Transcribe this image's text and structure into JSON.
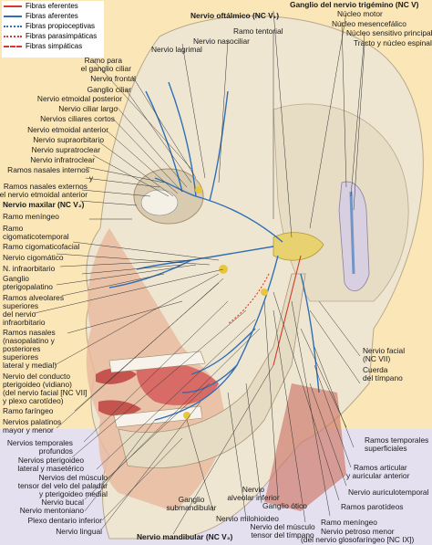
{
  "legend": {
    "items": [
      {
        "label": "Fibras eferentes",
        "color": "#d23b2b",
        "style": "solid"
      },
      {
        "label": "Fibras aferentes",
        "color": "#2f6fb5",
        "style": "solid"
      },
      {
        "label": "Fibras propioceptivas",
        "color": "#2f6fb5",
        "style": "dotted"
      },
      {
        "label": "Fibras parasimpáticas",
        "color": "#d23b2b",
        "style": "dotted"
      },
      {
        "label": "Fibras simpáticas",
        "color": "#d23b2b",
        "style": "dashed"
      }
    ]
  },
  "labels": {
    "oftalmico": "Nervio oftálmico (NC V₁)",
    "ganglio_trigemino": "Ganglio del nervio trigémino (NC V)",
    "nucleo_motor": "Núcleo motor",
    "nucleo_mesencefalico": "Núcleo mesencefálico",
    "nucleo_sensitivo": "Núcleo sensitivo principal",
    "tracto_espinal": "Tracto y núcleo espinales",
    "ramo_tentorial": "Ramo tentorial",
    "nervio_nasociliar": "Nervio nasociliar",
    "nervio_lagrimal": "Nervio lagrimal",
    "ramo_ganglio_ciliar_1": "Ramo para",
    "ramo_ganglio_ciliar_2": "el ganglio ciliar",
    "nervio_frontal": "Nervio frontal",
    "ganglio_ciliar": "Ganglio ciliar",
    "etmoidal_posterior": "Nervio etmoidal posterior",
    "ciliar_largo": "Nervio ciliar largo",
    "ciliares_cortos": "Nervios ciliares cortos",
    "etmoidal_anterior": "Nervio etmoidal anterior",
    "supraorbitario": "Nervio supraorbitario",
    "supratroclear": "Nervio supratroclear",
    "infratroclear": "Nervio infratroclear",
    "nasales_internos_1": "Ramos nasales internos",
    "nasales_internos_2": "y",
    "nasales_externos_1": "Ramos nasales externos",
    "nasales_externos_2": "del nervio etmoidal anterior",
    "maxilar": "Nervio maxilar (NC V₂)",
    "ramo_meningeo_sup": "Ramo meníngeo",
    "cigomaticotemporal_1": "Ramo",
    "cigomaticotemporal_2": "cigomaticotemporal",
    "cigomaticofacial": "Ramo cigomaticofacial",
    "nervio_cigomatico": "Nervio cigomático",
    "infraorbitario": "N. infraorbitario",
    "pterigopalatino_1": "Ganglio",
    "pterigopalatino_2": "pterigopalatino",
    "alveolares_1": "Ramos alveolares",
    "alveolares_2": "superiores",
    "alveolares_3": "del nervio",
    "alveolares_4": "infraorbitario",
    "nasales_1": "Ramos nasales",
    "nasales_2": "(nasopalatino y",
    "nasales_3": "posteriores",
    "nasales_4": "superiores",
    "nasales_5": "lateral y medial)",
    "conducto_1": "Nervio del conducto",
    "conducto_2": "pterigoideo (vidiano)",
    "conducto_3": "(del nervio facial [NC VII]",
    "conducto_4": "y plexo carotídeo)",
    "ramo_faringeo": "Ramo faríngeo",
    "palatinos_1": "Nervios palatinos",
    "palatinos_2": "mayor y menor",
    "temporales_prof_1": "Nervios temporales",
    "temporales_prof_2": "profundos",
    "pterigoideo_1": "Nervios pterigoideo",
    "pterigoideo_2": "lateral y masetérico",
    "musculo_tensor_1": "Nervios del músculo",
    "musculo_tensor_2": "tensor del velo del paladar",
    "musculo_tensor_3": "y pterigoideo medial",
    "nervio_bucal": "Nervio bucal",
    "nervio_mentoniano": "Nervio mentoniano",
    "plexo_dentario": "Plexo dentario inferior",
    "nervio_lingual": "Nervio lingual",
    "mandibular": "Nervio mandibular (NC V₃)",
    "ganglio_sub_1": "Ganglio",
    "ganglio_sub_2": "submandibular",
    "milohioideo": "Nervio milohioideo",
    "alveolar_inf_1": "Nervio",
    "alveolar_inf_2": "alveolar inferior",
    "ganglio_otico": "Ganglio ótico",
    "musculo_tensor_timp_1": "Nervio del músculo",
    "musculo_tensor_timp_2": "tensor del tímpano",
    "ramo_meningeo_inf": "Ramo meníngeo",
    "petroso_1": "Nervio petroso menor",
    "petroso_2": "(del nervio glosofaríngeo [NC IX])",
    "ramos_parotideos": "Ramos parotídeos",
    "auriculotemporal": "Nervio auriculotemporal",
    "articular_1": "Ramos articular",
    "articular_2": "y auricular anterior",
    "temporales_sup_1": "Ramos temporales",
    "temporales_sup_2": "superficiales",
    "facial_1": "Nervio facial",
    "facial_2": "(NC VII)",
    "cuerda_1": "Cuerda",
    "cuerda_2": "del tímpano"
  }
}
